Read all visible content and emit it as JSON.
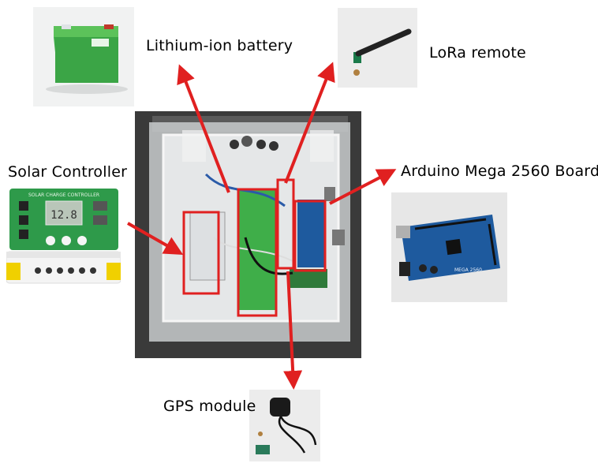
{
  "labels": {
    "battery": "Lithium-ion battery",
    "lora": "LoRa remote",
    "solar": "Solar Controller",
    "arduino": "Arduino Mega 2560 Board",
    "gps": "GPS module"
  },
  "photo_text": {
    "solar_header": "SOLAR CHARGE CONTROLLER",
    "solar_display": "12.8",
    "arduino_chip": "MEGA 2560"
  },
  "colors": {
    "annotation": "#e02020",
    "battery_green": "#3fae49",
    "pcb_blue": "#1e5a9e",
    "solar_green": "#2e9a4a"
  }
}
